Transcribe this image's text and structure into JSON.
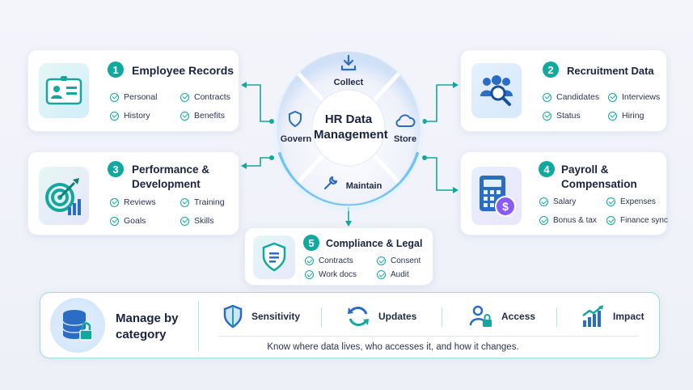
{
  "center": {
    "title": "HR Data Management",
    "segments": {
      "top": "Collect",
      "right": "Store",
      "bottom": "Maintain",
      "left": "Govern"
    }
  },
  "cards": [
    {
      "num": "1",
      "title": "Employee Records",
      "items": [
        "Personal",
        "Contracts",
        "History",
        "Benefits"
      ]
    },
    {
      "num": "2",
      "title": "Recruitment Data",
      "items": [
        "Candidates",
        "Interviews",
        "Status",
        "Hiring"
      ]
    },
    {
      "num": "3",
      "title": "Performance & Development",
      "items": [
        "Reviews",
        "Training",
        "Goals",
        "Skills"
      ]
    },
    {
      "num": "4",
      "title": "Payroll & Compensation",
      "items": [
        "Salary",
        "Expenses",
        "Bonus & tax",
        "Finance sync"
      ]
    },
    {
      "num": "5",
      "title": "Compliance & Legal",
      "items": [
        "Contracts",
        "Consent",
        "Work docs",
        "Audit"
      ]
    }
  ],
  "bottom": {
    "title": "Manage by category",
    "items": [
      "Sensitivity",
      "Updates",
      "Access",
      "Impact"
    ],
    "tagline": "Know where data lives, who accesses it, and how it changes."
  },
  "colors": {
    "accent": "#13a89e",
    "blue": "#2b6cc4",
    "purple": "#8a5cf5"
  }
}
